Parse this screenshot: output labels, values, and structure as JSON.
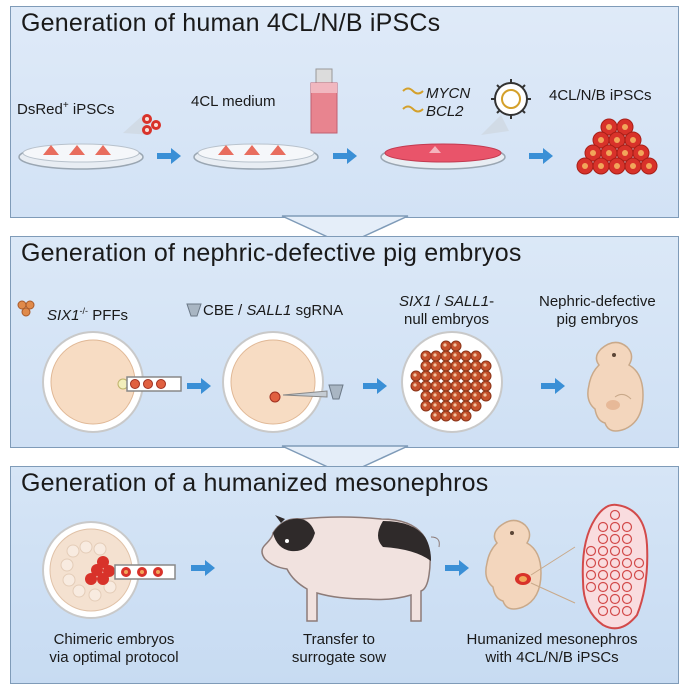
{
  "panel1": {
    "title": "Generation of human 4CL/N/B iPSCs",
    "label_dsred": "DsRed",
    "label_dsred_sup": "+",
    "label_dsred_suffix": " iPSCs",
    "label_4cl_medium": "4CL medium",
    "label_mycn": "MYCN",
    "label_bcl2": "BCL2",
    "label_result": "4CL/N/B iPSCs"
  },
  "panel2": {
    "title": "Generation of nephric-defective pig embryos",
    "label_six1": "SIX1",
    "label_six1_sup": "-/-",
    "label_pffs": " PFFs",
    "label_cbe": "CBE / ",
    "label_sall1_sg": "SALL1",
    "label_sgrna": " sgRNA",
    "label_null_line1a": "SIX1",
    "label_null_line1b": " / ",
    "label_null_line1c": "SALL1",
    "label_null_line1d": "-",
    "label_null_line2": "null embryos",
    "label_nd_line1": "Nephric-defective",
    "label_nd_line2": "pig embryos"
  },
  "panel3": {
    "title": "Generation of a humanized mesonephros",
    "label_chim_line1": "Chimeric embryos",
    "label_chim_line2": "via optimal protocol",
    "label_transfer_line1": "Transfer to",
    "label_transfer_line2": "surrogate sow",
    "label_human_line1": "Humanized mesonephros",
    "label_human_line2": "with 4CL/N/B iPSCs"
  },
  "colors": {
    "panel_border": "#7f9bb8",
    "arrow": "#3a8fd6",
    "cell_red": "#d8322a",
    "cell_orange": "#f2a65a",
    "embryo_skin": "#f3d6bd"
  }
}
